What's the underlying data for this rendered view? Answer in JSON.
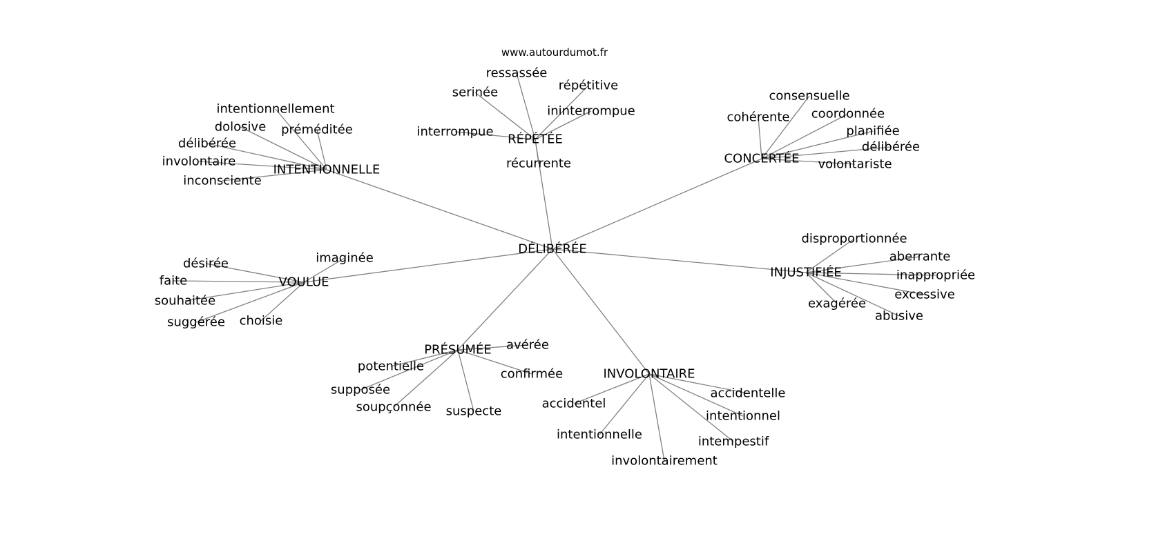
{
  "site_credit": "www.autourdumot.fr",
  "center": {
    "id": "c",
    "label": "DÉLIBÉRÉE"
  },
  "groups": [
    {
      "id": "g1",
      "label": "INTENTIONNELLE",
      "children": [
        "intentionnellement",
        "dolosive",
        "préméditée",
        "délibérée",
        "involontaire",
        "inconsciente"
      ]
    },
    {
      "id": "g2",
      "label": "RÉPÉTÉE",
      "children": [
        "ressassée",
        "serinée",
        "répétitive",
        "ininterrompue",
        "interrompue",
        "récurrente"
      ]
    },
    {
      "id": "g3",
      "label": "CONCERTÉE",
      "children": [
        "consensuelle",
        "cohérente",
        "coordonnée",
        "planifiée",
        "délibérée",
        "volontariste"
      ]
    },
    {
      "id": "g4",
      "label": "INJUSTIFIÉE",
      "children": [
        "disproportionnée",
        "aberrante",
        "inappropriée",
        "excessive",
        "exagérée",
        "abusive"
      ]
    },
    {
      "id": "g5",
      "label": "VOULUE",
      "children": [
        "imaginée",
        "désirée",
        "faite",
        "souhaitée",
        "suggérée",
        "choisie"
      ]
    },
    {
      "id": "g6",
      "label": "PRÉSUMÉE",
      "children": [
        "avérée",
        "potentielle",
        "supposée",
        "soupçonnée",
        "suspecte",
        "confirmée"
      ]
    },
    {
      "id": "g7",
      "label": "INVOLONTAIRE",
      "children": [
        "accidentel",
        "accidentelle",
        "intentionnel",
        "intempestif",
        "involontairement",
        "intentionnelle"
      ]
    }
  ]
}
